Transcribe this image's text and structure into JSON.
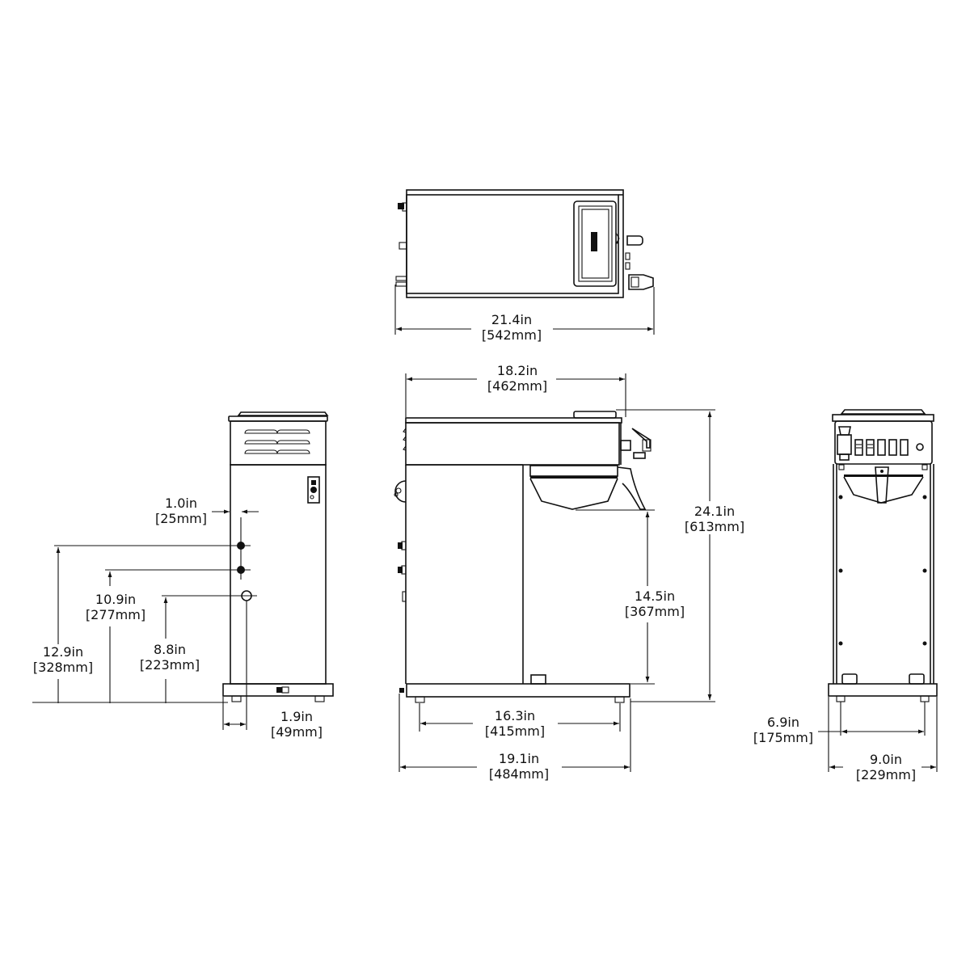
{
  "drawing": {
    "subject": "Commercial coffee brewer dimension drawing",
    "line_color": "#111111",
    "background": "#ffffff",
    "views": {
      "top": {
        "name": "Top view"
      },
      "left_side": {
        "name": "Left side view"
      },
      "front": {
        "name": "Side/front elevation"
      },
      "right": {
        "name": "Front view"
      }
    }
  },
  "dimensions": {
    "top_overall_depth": {
      "in": "21.4in",
      "mm": "[542mm]"
    },
    "body_depth": {
      "in": "18.2in",
      "mm": "[462mm]"
    },
    "overall_height": {
      "in": "24.1in",
      "mm": "[613mm]"
    },
    "funnel_clearance": {
      "in": "14.5in",
      "mm": "[367mm]"
    },
    "foot_spacing_depth": {
      "in": "16.3in",
      "mm": "[415mm]"
    },
    "base_depth": {
      "in": "19.1in",
      "mm": "[484mm]"
    },
    "fitting_offset": {
      "in": "1.0in",
      "mm": "[25mm]"
    },
    "fitting_height_upper": {
      "in": "12.9in",
      "mm": "[328mm]"
    },
    "fitting_height_middle": {
      "in": "10.9in",
      "mm": "[277mm]"
    },
    "fitting_height_lower": {
      "in": "8.8in",
      "mm": "[223mm]"
    },
    "base_overhang": {
      "in": "1.9in",
      "mm": "[49mm]"
    },
    "foot_spacing_width": {
      "in": "6.9in",
      "mm": "[175mm]"
    },
    "overall_width": {
      "in": "9.0in",
      "mm": "[229mm]"
    }
  }
}
